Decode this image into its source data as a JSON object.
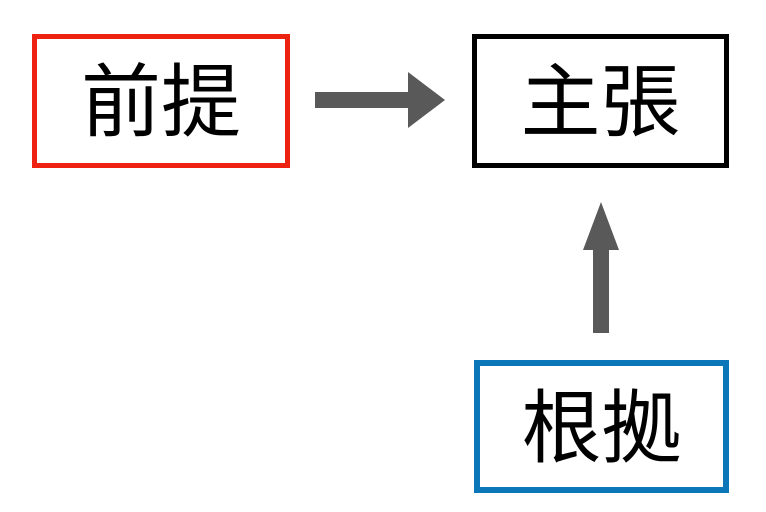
{
  "diagram": {
    "type": "argument-structure",
    "background_color": "#ffffff",
    "nodes": [
      {
        "id": "premise",
        "label": "前提",
        "border_color": "#ee2211",
        "fill_color": "#ffffff",
        "text_color": "#000000"
      },
      {
        "id": "claim",
        "label": "主張",
        "border_color": "#000000",
        "fill_color": "#ffffff",
        "text_color": "#000000"
      },
      {
        "id": "grounds",
        "label": "根拠",
        "border_color": "#0b77b8",
        "fill_color": "#ffffff",
        "text_color": "#000000"
      }
    ],
    "edges": [
      {
        "id": "premise-to-claim",
        "from": "premise",
        "to": "claim",
        "direction": "right",
        "color": "#595959"
      },
      {
        "id": "grounds-to-claim",
        "from": "grounds",
        "to": "claim",
        "direction": "up",
        "color": "#595959"
      }
    ]
  }
}
